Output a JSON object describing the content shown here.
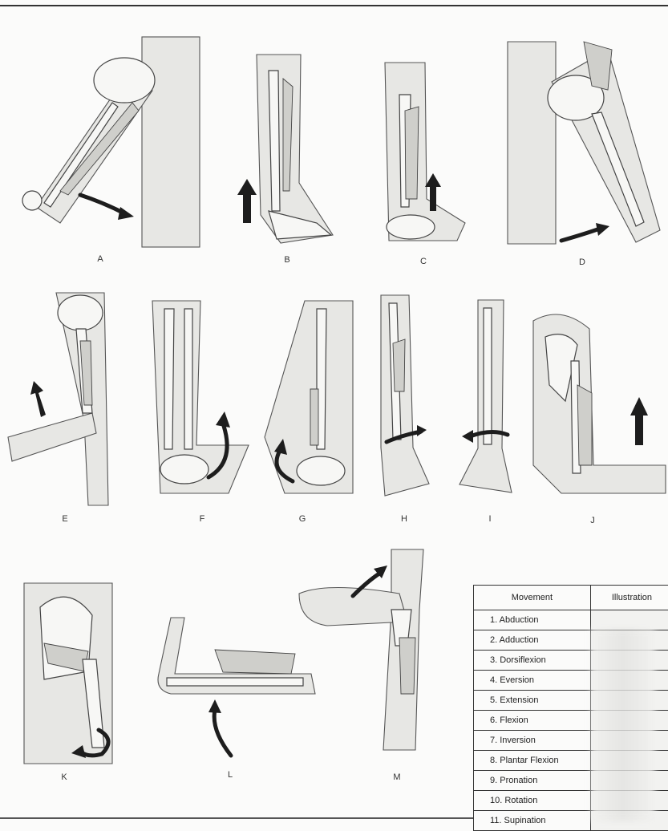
{
  "figures": [
    {
      "id": "A",
      "label": "A"
    },
    {
      "id": "B",
      "label": "B"
    },
    {
      "id": "C",
      "label": "C"
    },
    {
      "id": "D",
      "label": "D"
    },
    {
      "id": "E",
      "label": "E"
    },
    {
      "id": "F",
      "label": "F"
    },
    {
      "id": "G",
      "label": "G"
    },
    {
      "id": "H",
      "label": "H"
    },
    {
      "id": "I",
      "label": "I"
    },
    {
      "id": "J",
      "label": "J"
    },
    {
      "id": "K",
      "label": "K"
    },
    {
      "id": "L",
      "label": "L"
    },
    {
      "id": "M",
      "label": "M"
    }
  ],
  "table": {
    "headers": {
      "movement": "Movement",
      "illustration": "Illustration"
    },
    "rows": [
      {
        "movement": "1.  Abduction",
        "illustration": ""
      },
      {
        "movement": "2.  Adduction",
        "illustration": ""
      },
      {
        "movement": "3.  Dorsiflexion",
        "illustration": ""
      },
      {
        "movement": "4.  Eversion",
        "illustration": ""
      },
      {
        "movement": "5.  Extension",
        "illustration": ""
      },
      {
        "movement": "6.  Flexion",
        "illustration": ""
      },
      {
        "movement": "7.  Inversion",
        "illustration": ""
      },
      {
        "movement": "8.  Plantar Flexion",
        "illustration": ""
      },
      {
        "movement": "9.  Pronation",
        "illustration": ""
      },
      {
        "movement": "10.  Rotation",
        "illustration": ""
      },
      {
        "movement": "11.  Supination",
        "illustration": ""
      }
    ]
  },
  "colors": {
    "ink": "#1d1d1d",
    "paper": "#fbfbfa",
    "shade": "#e7e7e4"
  }
}
